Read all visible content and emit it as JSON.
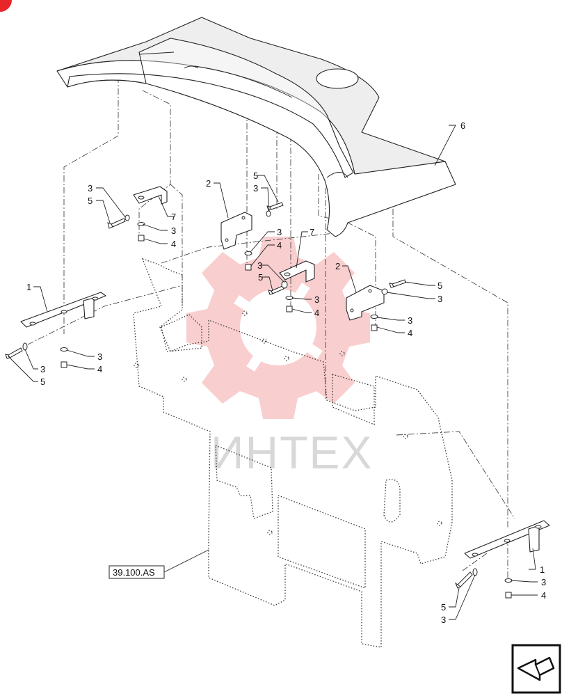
{
  "watermark": {
    "text": "ИНТЕХ",
    "color": "#e8262a"
  },
  "reference": {
    "label": "39.100.AS"
  },
  "callouts": {
    "bracket": "1",
    "support": "2",
    "washer": "3",
    "nut": "4",
    "bolt": "5",
    "fender": "6",
    "clip": "7"
  },
  "nav_icon": "back-arrow-icon"
}
